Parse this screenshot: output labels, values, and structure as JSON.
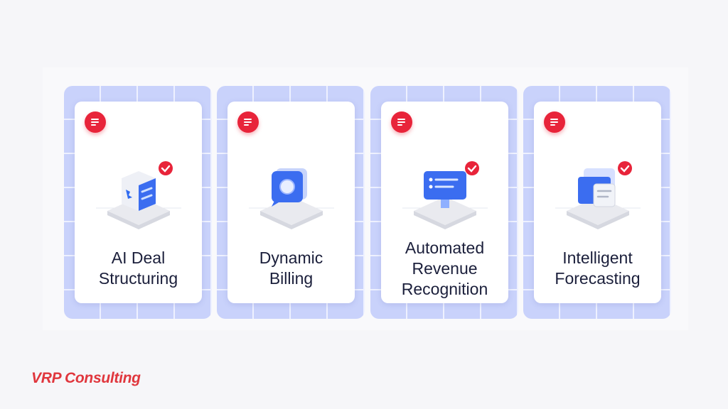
{
  "cards": [
    {
      "title": "AI Deal\nStructuring",
      "icon": "cube-document-icon"
    },
    {
      "title": "Dynamic\nBilling",
      "icon": "chat-billing-icon"
    },
    {
      "title": "Automated\nRevenue\nRecognition",
      "icon": "monitor-list-icon"
    },
    {
      "title": "Intelligent\nForecasting",
      "icon": "stacked-documents-icon"
    }
  ],
  "brand": {
    "name": "VRP Consulting"
  },
  "colors": {
    "accent_red": "#e8243a",
    "panel_lavender": "#c9d2fb",
    "icon_blue": "#3b6df0"
  }
}
